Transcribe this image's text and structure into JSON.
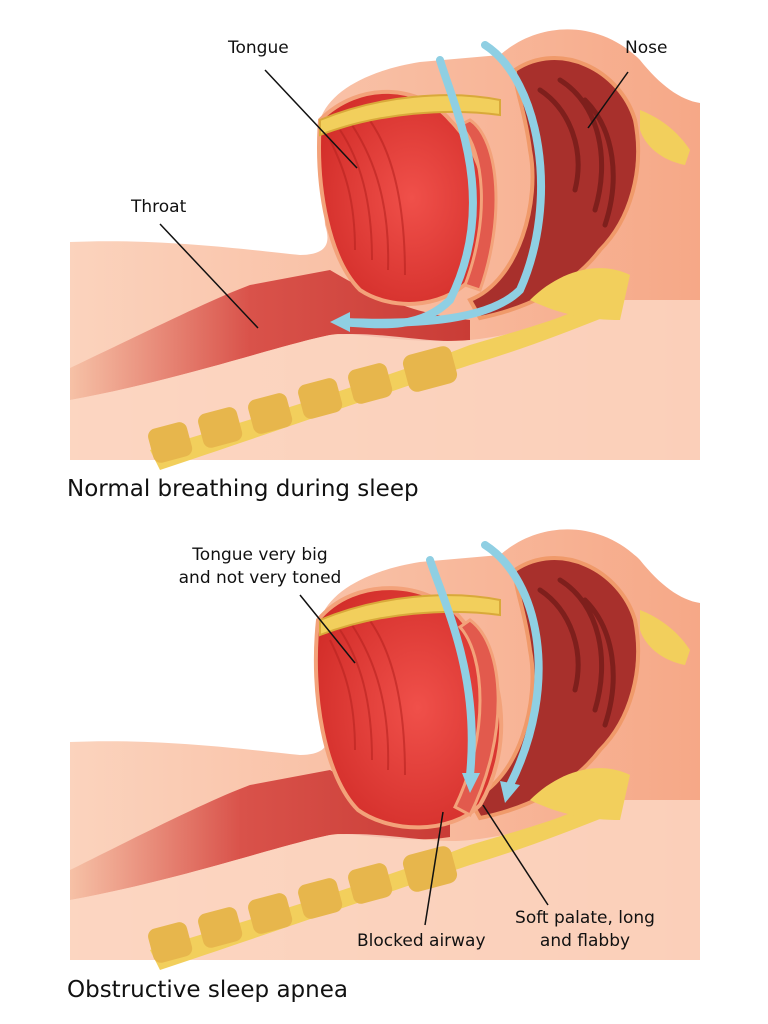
{
  "panels": [
    {
      "caption": "Normal breathing during sleep",
      "labels": {
        "tongue": "Tongue",
        "nose": "Nose",
        "throat": "Throat"
      }
    },
    {
      "caption": "Obstructive sleep apnea",
      "labels": {
        "tongue_line1": "Tongue very big",
        "tongue_line2": "and not very toned",
        "palate_line1": "Soft palate, long",
        "palate_line2": "and flabby",
        "airway": "Blocked airway"
      }
    }
  ],
  "colors": {
    "skin": "#f7b79a",
    "skin_light": "#fce0d0",
    "throat": "#d6463f",
    "tongue": "#e33a33",
    "cavity": "#a8302c",
    "bone": "#f2cf5c",
    "bone_dark": "#d9a93a",
    "airflow": "#8fcfe3"
  }
}
